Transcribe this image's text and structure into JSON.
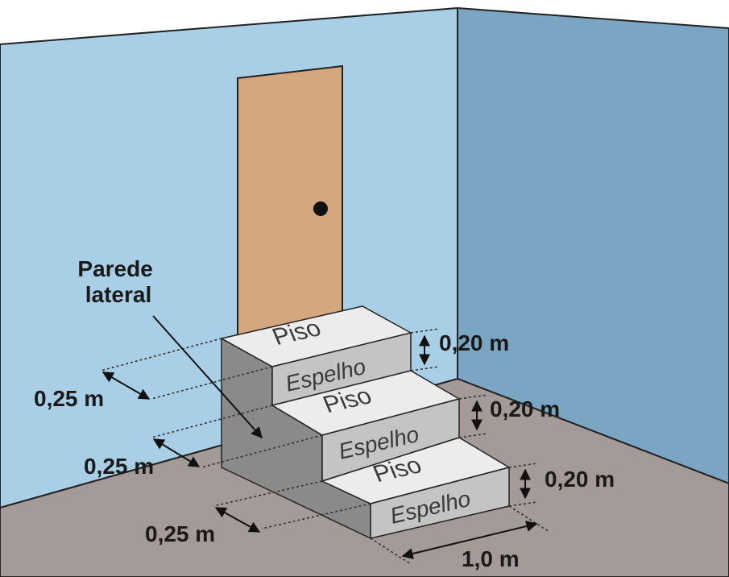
{
  "labels": {
    "side_wall": "Parede\nlateral",
    "tread": "Piso",
    "riser": "Espelho",
    "riser_height": "0,20 m",
    "tread_depth": "0,25 m",
    "step_width": "1,0 m"
  },
  "colors": {
    "left_wall": "#a8cfe6",
    "right_wall": "#7aa6c3",
    "floor": "#a49a98",
    "door": "#d4a77f",
    "tread": "#ececec",
    "riser": "#c4c4c4",
    "side": "#8a8a8a",
    "side_dark": "#6e6e6e"
  }
}
